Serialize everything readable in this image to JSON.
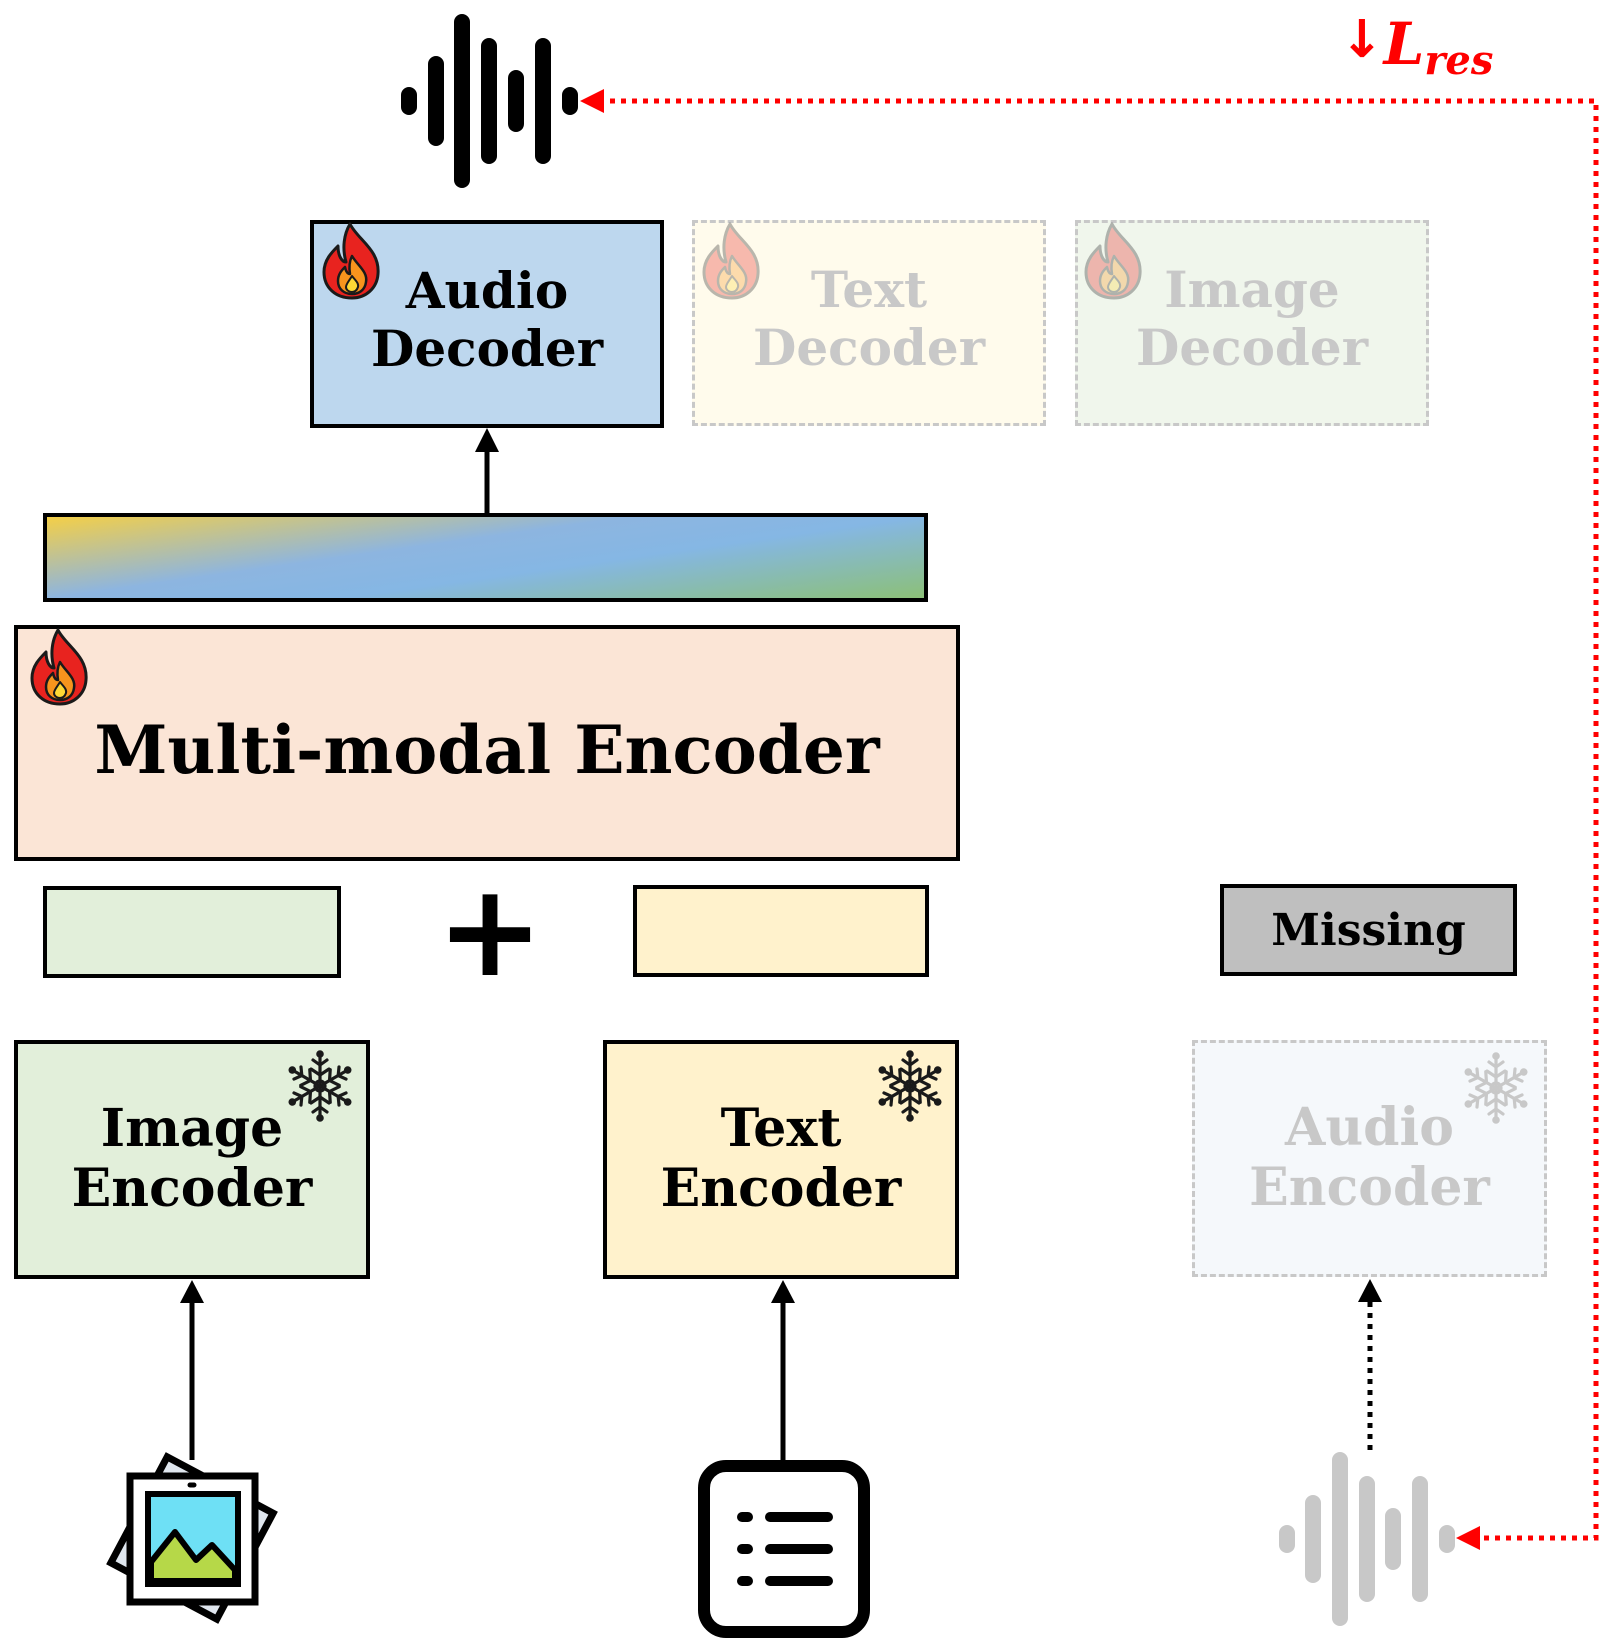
{
  "loss_label": {
    "arrow": "↓",
    "symbol": "L",
    "subscript": "res"
  },
  "decoders": {
    "audio": {
      "line1": "Audio",
      "line2": "Decoder"
    },
    "text": {
      "line1": "Text",
      "line2": "Decoder"
    },
    "image": {
      "line1": "Image",
      "line2": "Decoder"
    }
  },
  "fusion": {
    "label": "Multi-modal Encoder",
    "plus": "+"
  },
  "missing_label": "Missing",
  "encoders": {
    "image": {
      "line1": "Image",
      "line2": "Encoder"
    },
    "text": {
      "line1": "Text",
      "line2": "Encoder"
    },
    "audio": {
      "line1": "Audio",
      "line2": "Encoder"
    }
  },
  "colors": {
    "audio_blue": "#bdd7ee",
    "text_yellow": "#fff2cc",
    "image_green": "#e2efda",
    "encoder_pink": "#fbe5d6",
    "missing_gray": "#bfbfbf",
    "loss_red": "#ff0000"
  },
  "icons": [
    "waveform-icon",
    "flame-icon",
    "snowflake-icon",
    "image-icon",
    "text-document-icon"
  ]
}
